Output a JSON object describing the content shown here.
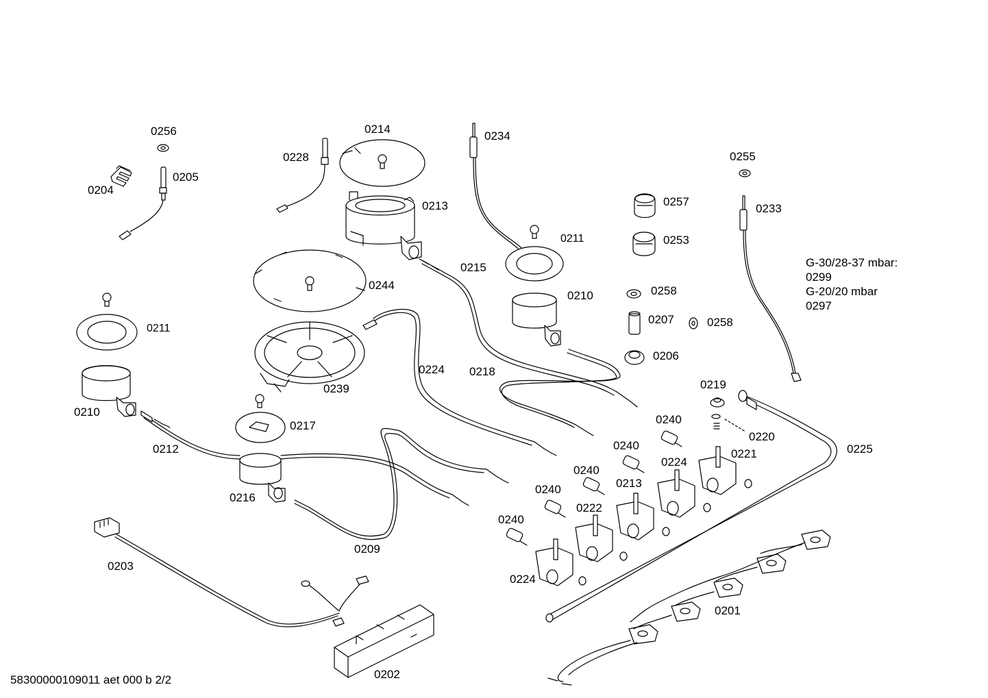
{
  "labels": {
    "l0256": "0256",
    "l0205": "0205",
    "l0204": "0204",
    "l0228": "0228",
    "l0214": "0214",
    "l0213a": "0213",
    "l0234": "0234",
    "l0211a": "0211",
    "l0257": "0257",
    "l0253": "0253",
    "l0255": "0255",
    "l0233": "0233",
    "l0244": "0244",
    "l0215": "0215",
    "l0210a": "0210",
    "l0258a": "0258",
    "l0207": "0207",
    "l0258b": "0258",
    "l0206": "0206",
    "l0211b": "0211",
    "l0210b": "0210",
    "l0239": "0239",
    "l0224a": "0224",
    "l0218": "0218",
    "l0219": "0219",
    "l0217": "0217",
    "l0212": "0212",
    "l0240a": "0240",
    "l0220": "0220",
    "l0225": "0225",
    "l0240b": "0240",
    "l0224b": "0224",
    "l0221": "0221",
    "l0216": "0216",
    "l0240c": "0240",
    "l0213b": "0213",
    "l0240d": "0240",
    "l0222": "0222",
    "l0209": "0209",
    "l0240e": "0240",
    "l0203": "0203",
    "l0224c": "0224",
    "l0201": "0201",
    "l0202": "0202"
  },
  "gas_note": {
    "line1": "G-30/28-37 mbar:",
    "line2": "0299",
    "line3": "G-20/20 mbar",
    "line4": "0297"
  },
  "footer": {
    "doc_id": "58300000109011 aet 000 b 2/2"
  }
}
